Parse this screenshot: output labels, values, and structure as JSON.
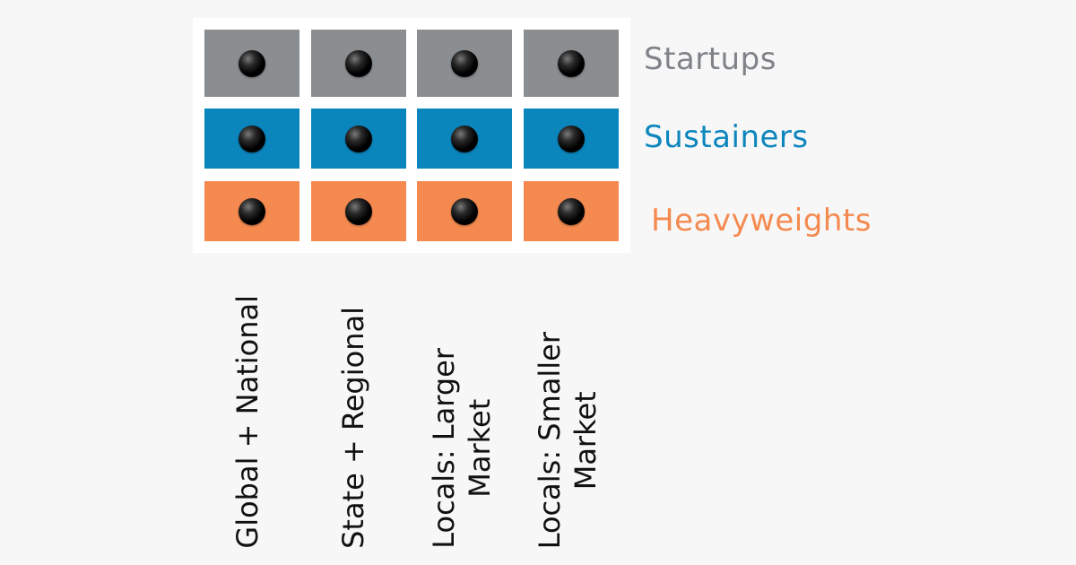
{
  "rows": [
    {
      "label": "Startups",
      "color": "#8b8e91",
      "label_color": "#7f8388"
    },
    {
      "label": "Sustainers",
      "color": "#0b86bd",
      "label_color": "#0c86bd"
    },
    {
      "label": "Heavyweights",
      "color": "#f58a50",
      "label_color": "#f58a50"
    }
  ],
  "columns": [
    {
      "label": "Global + National"
    },
    {
      "label": "State + Regional"
    },
    {
      "label": "Locals: Larger\nMarket"
    },
    {
      "label": "Locals: Smaller\nMarket"
    }
  ],
  "background": "#f7f7f7",
  "dot_icon": "black-sphere-icon"
}
